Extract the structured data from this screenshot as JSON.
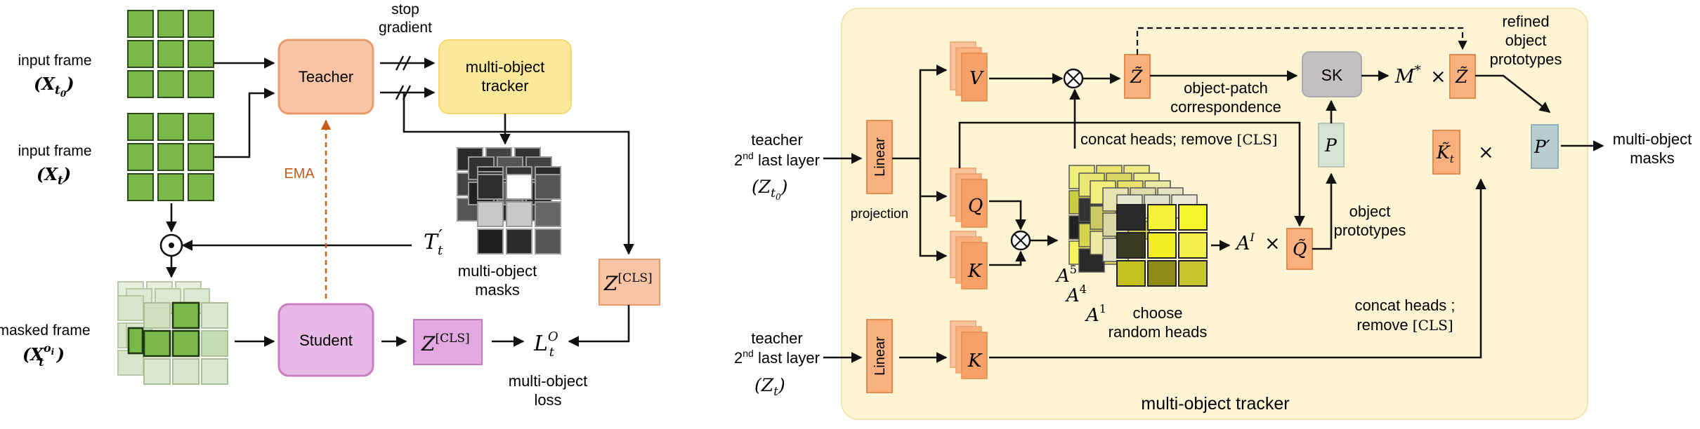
{
  "left": {
    "input_frame_label": "input frame",
    "input_frame_var_0": "(X",
    "input_frame_sub_0": "t",
    "input_frame_subsub_0": "0",
    "input_frame_var_t": "(X",
    "input_frame_sub_t": "t",
    "close_paren": ")",
    "masked_frame_label": "masked frame",
    "masked_frame_var": "(X",
    "masked_frame_sub": "t",
    "masked_frame_sup": "o",
    "masked_frame_supsub": "i",
    "teacher": "Teacher",
    "student": "Student",
    "stop_gradient_line1": "stop",
    "stop_gradient_line2": "gradient",
    "tracker_line1": "multi-object",
    "tracker_line2": "tracker",
    "ema": "EMA",
    "masks_line1": "multi-object",
    "masks_line2": "masks",
    "T_var": "T",
    "T_sub": "t",
    "T_prime": "′",
    "Z": "Z",
    "cls": "[CLS]",
    "L_var": "L",
    "L_sub": "t",
    "L_sup": "O",
    "loss_line1": "multi-object",
    "loss_line2": "loss",
    "odot": "⊙"
  },
  "right": {
    "panel_title": "multi-object tracker",
    "teacher1_line1": "teacher",
    "teacher1_line2a": "2",
    "teacher1_line2sup": "nd",
    "teacher1_line2b": " last layer",
    "teacher1_var": "(Z",
    "teacher1_sub": "t",
    "teacher1_subsub": "0",
    "teacher2_var": "(Z",
    "teacher2_sub": "t",
    "close_paren": ")",
    "linear": "Linear",
    "projection": "projection",
    "V": "V",
    "Q": "Q",
    "K": "K",
    "otimes": "⊗",
    "Z_tilde": "Z̃",
    "Q_tilde": "Q̃",
    "K_tilde": "K̃",
    "K_tilde_sub": "t",
    "SK": "SK",
    "M_star": "M",
    "star": "*",
    "times": "×",
    "P": "P",
    "P_prime": "P′",
    "correspondence_line1": "object-patch",
    "correspondence_line2": "correspondence",
    "concat_heads": "concat heads; remove ",
    "cls": "[CLS]",
    "A_var": "A",
    "A_sup_5": "5",
    "A_sup_4": "4",
    "A_sup_1": "1",
    "A_sup_I": "I",
    "choose_line1": "choose",
    "choose_line2": "random heads",
    "object_prototypes_line1": "object",
    "object_prototypes_line2": "prototypes",
    "refined_line1": "refined",
    "refined_line2": "object",
    "refined_line3": "prototypes",
    "output_line1": "multi-object",
    "output_line2": "masks",
    "concat_heads2_line1": "concat heads ;",
    "concat_heads2_line2": "remove "
  },
  "colors": {
    "green_patch": "#7ab84a",
    "teacher_box": "#f7c4a5",
    "student_box": "#e8b8e6",
    "tracker_box": "#fbe89a",
    "z_cls_box": "#f7c4a5",
    "z_cls_student": "#e2a8e2",
    "panel_bg": "#fdf4d4",
    "orange_token": "#f7b07e",
    "sk_box": "#c4c0c0",
    "p_box": "#d7e3d3",
    "p_prime_box": "#b7cdd1",
    "ema_arrow": "#c85a15"
  }
}
